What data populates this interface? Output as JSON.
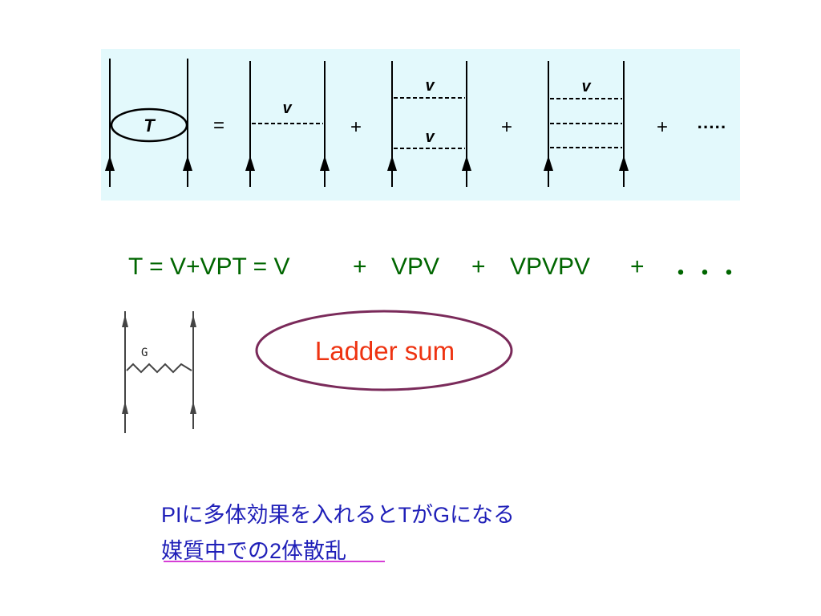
{
  "diagram": {
    "t_symbol": "T",
    "v_symbol": "v",
    "equals": "=",
    "plus": "+",
    "ellipsis": "·····"
  },
  "formula": {
    "terms": [
      "T = V+VPT = V",
      "+",
      "VPV",
      "+",
      "VPVPV",
      "+",
      "・・・"
    ]
  },
  "g_diagram": {
    "label": "G"
  },
  "ladder": {
    "label": "Ladder sum"
  },
  "notes": {
    "line1": "PIに多体効果を入れるとTがGになる",
    "line2": "媒質中での2体散乱"
  },
  "colors": {
    "panel_bg": "#e3f9fc",
    "formula": "#006600",
    "ladder_text": "#ee3311",
    "oval_stroke": "#7a2a5a",
    "note_text": "#1f1fb8",
    "underline": "#d63ed6"
  }
}
